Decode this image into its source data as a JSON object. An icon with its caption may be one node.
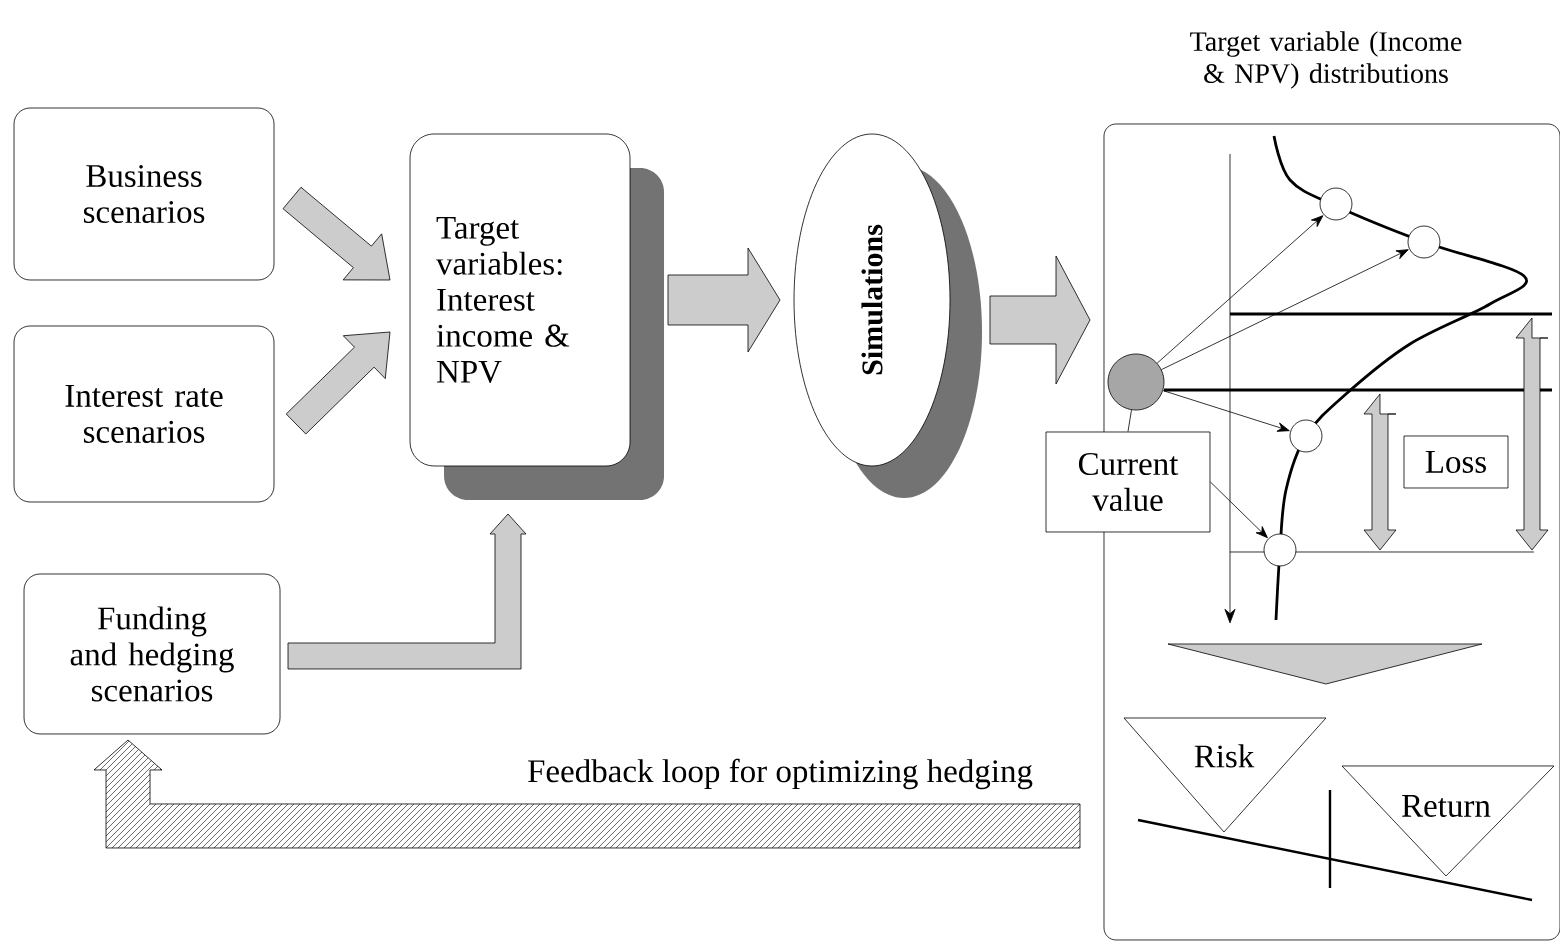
{
  "diagram": {
    "nodes": [
      {
        "text": [
          "Business scenarios"
        ]
      },
      {
        "text": [
          "Interest rate scenarios"
        ]
      },
      {
        "text": [
          "Funding and hedging scenarios"
        ]
      },
      {
        "text": [
          "Target variables: Interest income & NPV"
        ]
      },
      {
        "text": [
          "Simulations"
        ]
      },
      {
        "text": [
          "Target variable (Income & NPV) distributions"
        ]
      },
      {
        "text": [
          "Current value"
        ]
      },
      {
        "text": [
          "Loss"
        ],
        "in": 5
      },
      {
        "text": [
          "Risk"
        ],
        "in": 5
      },
      {
        "text": [
          "Return"
        ],
        "in": 5
      },
      {
        "text": [],
        "shape": "circle",
        "in": 5
      },
      {
        "text": [],
        "shape": "circle",
        "in": 5
      },
      {
        "text": [],
        "shape": "circle",
        "in": 5
      },
      {
        "text": [],
        "shape": "circle",
        "in": 5
      },
      {
        "text": [],
        "shape": "circle",
        "in": 5
      },
      {
        "text": [],
        "shape": "triangle",
        "in": 5
      }
    ],
    "edges": [
      {
        "from": 0,
        "to": 3,
        "arrow": "to",
        "style": "thick"
      },
      {
        "from": 1,
        "to": 3,
        "arrow": "to",
        "style": "thick"
      },
      {
        "from": 2,
        "to": 3,
        "arrow": "to",
        "style": "thick"
      },
      {
        "from": 3,
        "to": 4,
        "arrow": "to",
        "style": "thick"
      },
      {
        "from": 4,
        "to": 5,
        "arrow": "to",
        "style": "thick"
      },
      {
        "from": 5,
        "to": 2,
        "arrow": "to",
        "style": "thick",
        "color": "#444444",
        "label": "Feedback loop for optimizing hedging"
      },
      {
        "from": 10,
        "to": 11,
        "arrow": "to"
      },
      {
        "from": 10,
        "to": 12,
        "arrow": "to"
      },
      {
        "from": 10,
        "to": 13,
        "arrow": "to"
      },
      {
        "from": 6,
        "to": 10,
        "arrow": "none"
      },
      {
        "from": 6,
        "to": 14,
        "arrow": "to"
      }
    ]
  }
}
